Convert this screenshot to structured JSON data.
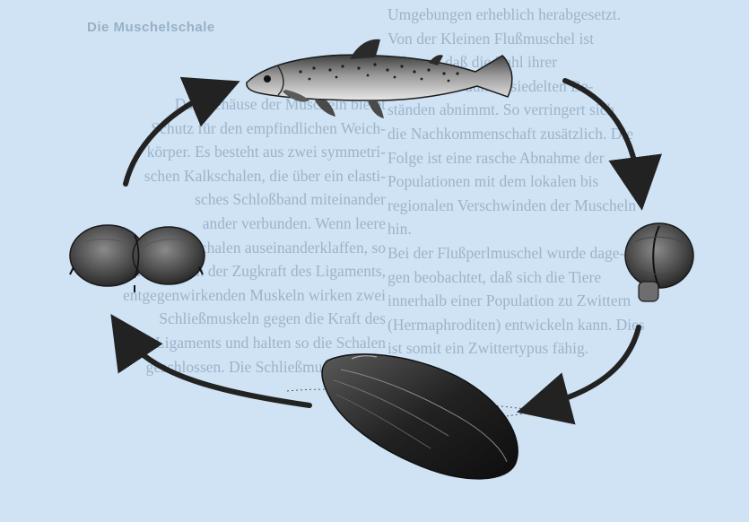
{
  "background": {
    "heading": "Die Muschelschale",
    "left_lines": [
      "Das Gehäuse der Muscheln bietet",
      "Schutz für den empfindlichen Weich-",
      "körper. Es besteht aus zwei symmetri-",
      "schen Kalkschalen, die über ein elasti-",
      "sches Schloßband miteinander",
      "ander verbunden. Wenn leere",
      "Muschelschalen auseinanderklaffen, so",
      "liegt das an der Zugkraft des Ligaments,",
      "entgegenwirkenden Muskeln wirken zwei",
      "Schließmuskeln gegen die Kraft des",
      "Ligaments und halten so die Schalen",
      "geschlossen. Die Schließmuskeln sind",
      "",
      "",
      "",
      "",
      "",
      ""
    ],
    "right_lines": [
      "Umgebungen erheblich herabgesetzt.",
      "Von der Kleinen Flußmuschel ist",
      "bekannt, daß die Zahl ihrer",
      "bisher in zu dünnbesiedelten Be-",
      "ständen abnimmt. So verringert sich",
      "die Nachkommenschaft zusätzlich. Die",
      "Folge ist eine rasche Abnahme der",
      "Populationen mit dem lokalen bis",
      "regionalen Verschwinden der Muscheln",
      "hin.",
      "Bei der Flußperlmuschel wurde dage-",
      "gen beobachtet, daß sich die Tiere",
      "innerhalb einer Population zu Zwittern",
      "(Hermaphroditen) entwickeln kann. Dies",
      "ist somit ein Zwittertypus fähig.",
      "",
      "",
      "",
      "",
      "",
      ""
    ]
  },
  "diagram": {
    "stages": [
      "fish",
      "glochidium",
      "mussel",
      "juvenile-mussel"
    ],
    "arrow_color": "#222222",
    "background_color": "#cfe3f5"
  }
}
